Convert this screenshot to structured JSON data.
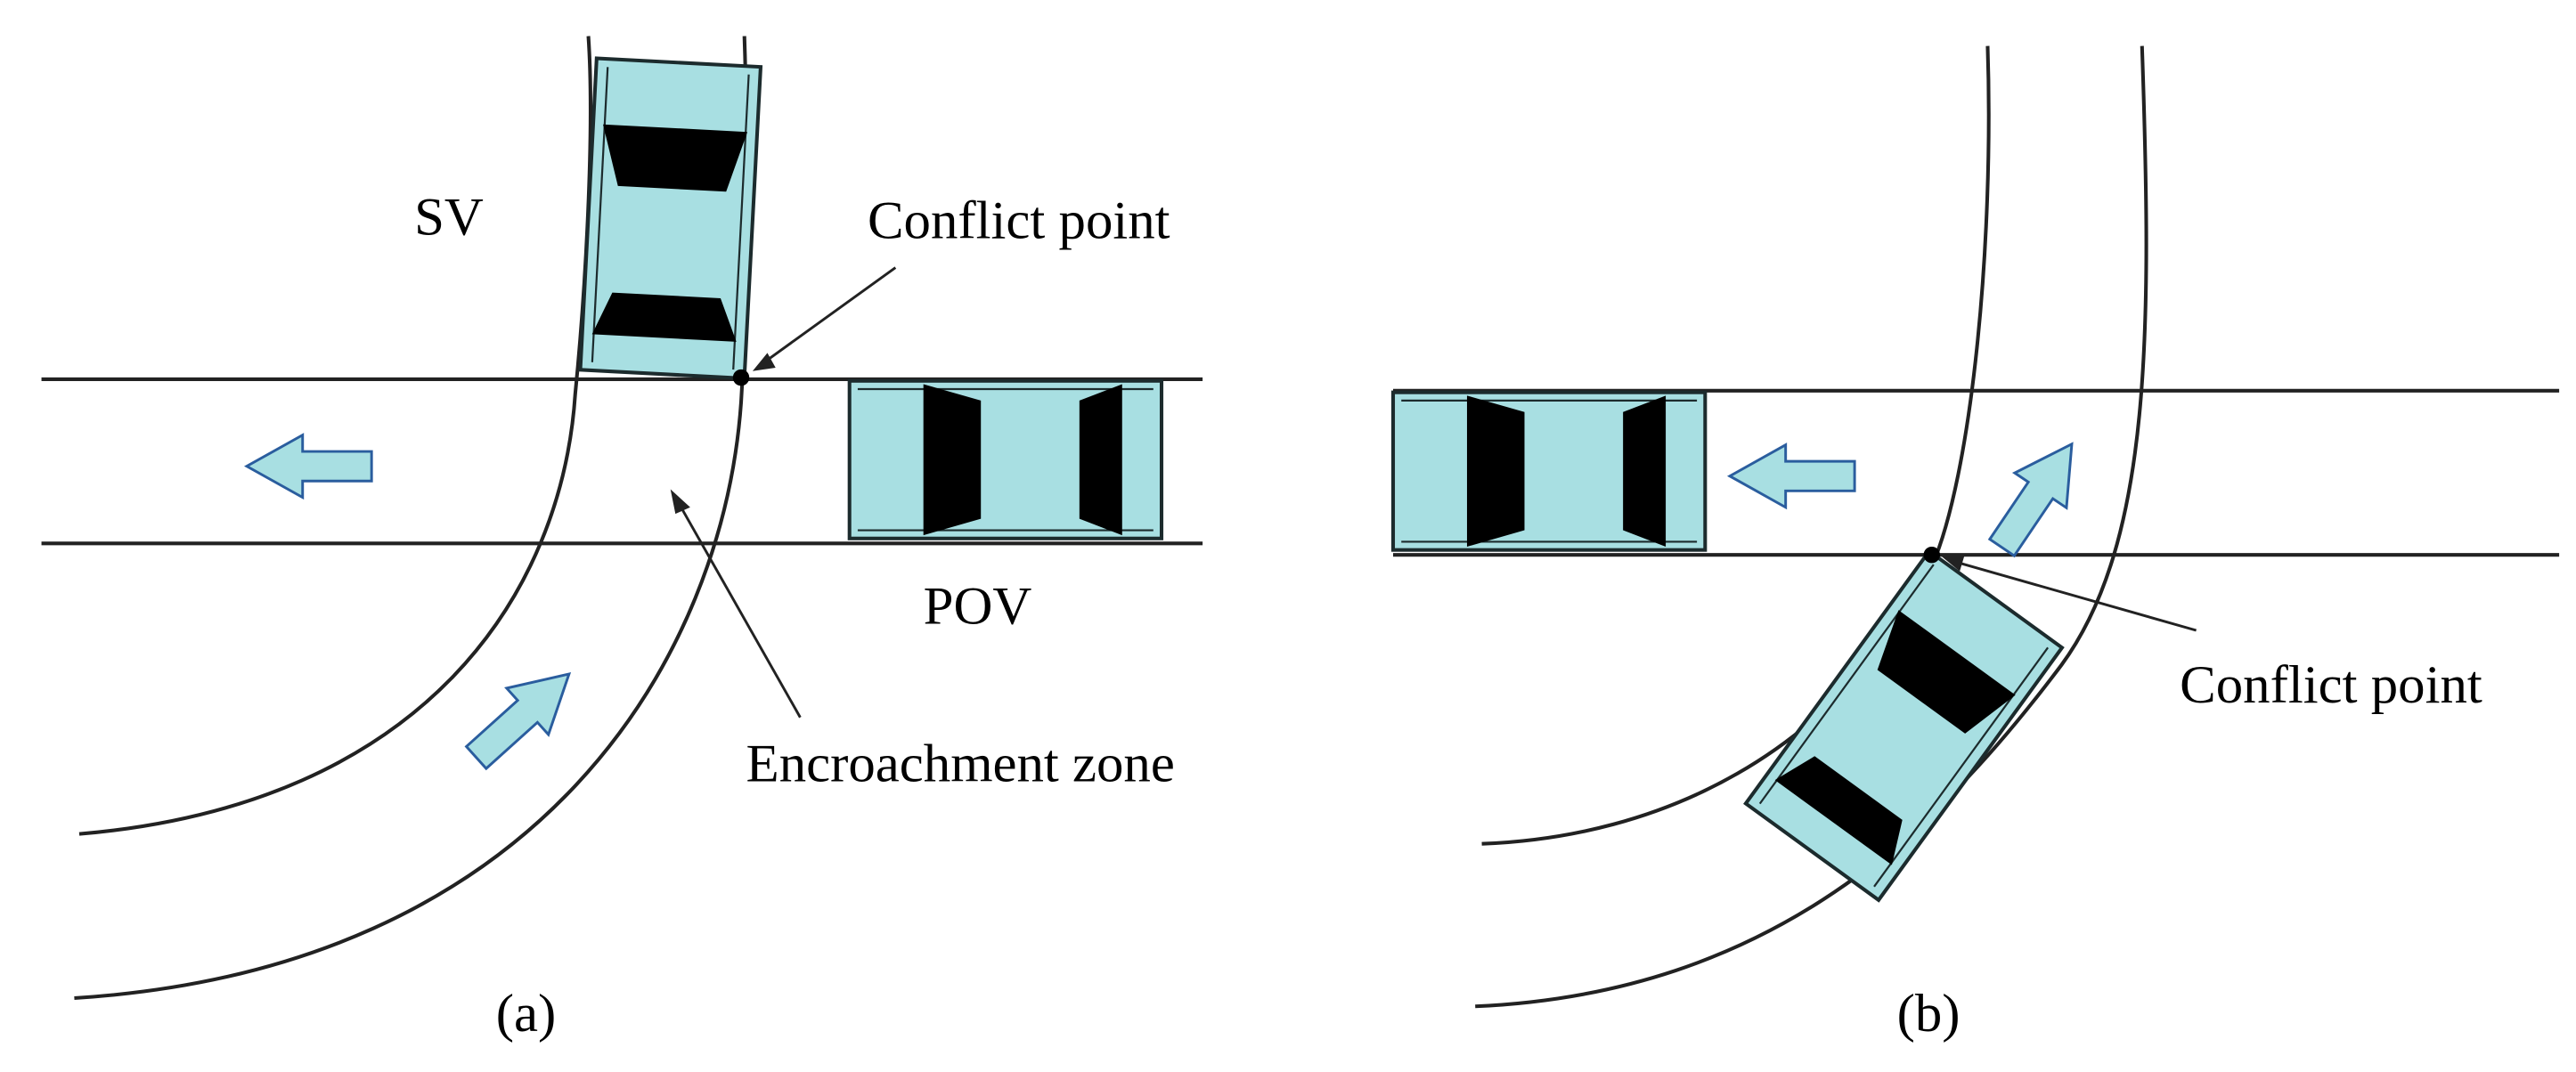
{
  "colors": {
    "road_line": "#222222",
    "car_body": "#a8dfe2",
    "car_outline": "#1c2b2d",
    "window_dark": "#000000",
    "arrow_fill": "#a8dfe2",
    "arrow_stroke": "#2a5d9e",
    "annotation_line": "#222222"
  },
  "icons": {
    "vehicle": "car-top-view-icon",
    "direction": "arrow-icon",
    "point": "dot-icon"
  },
  "panel_a": {
    "caption": "(a)",
    "subject_vehicle_label": "SV",
    "other_vehicle_label": "POV",
    "conflict_label": "Conflict point",
    "zone_label": "Encroachment zone"
  },
  "panel_b": {
    "caption": "(b)",
    "conflict_label": "Conflict point"
  }
}
